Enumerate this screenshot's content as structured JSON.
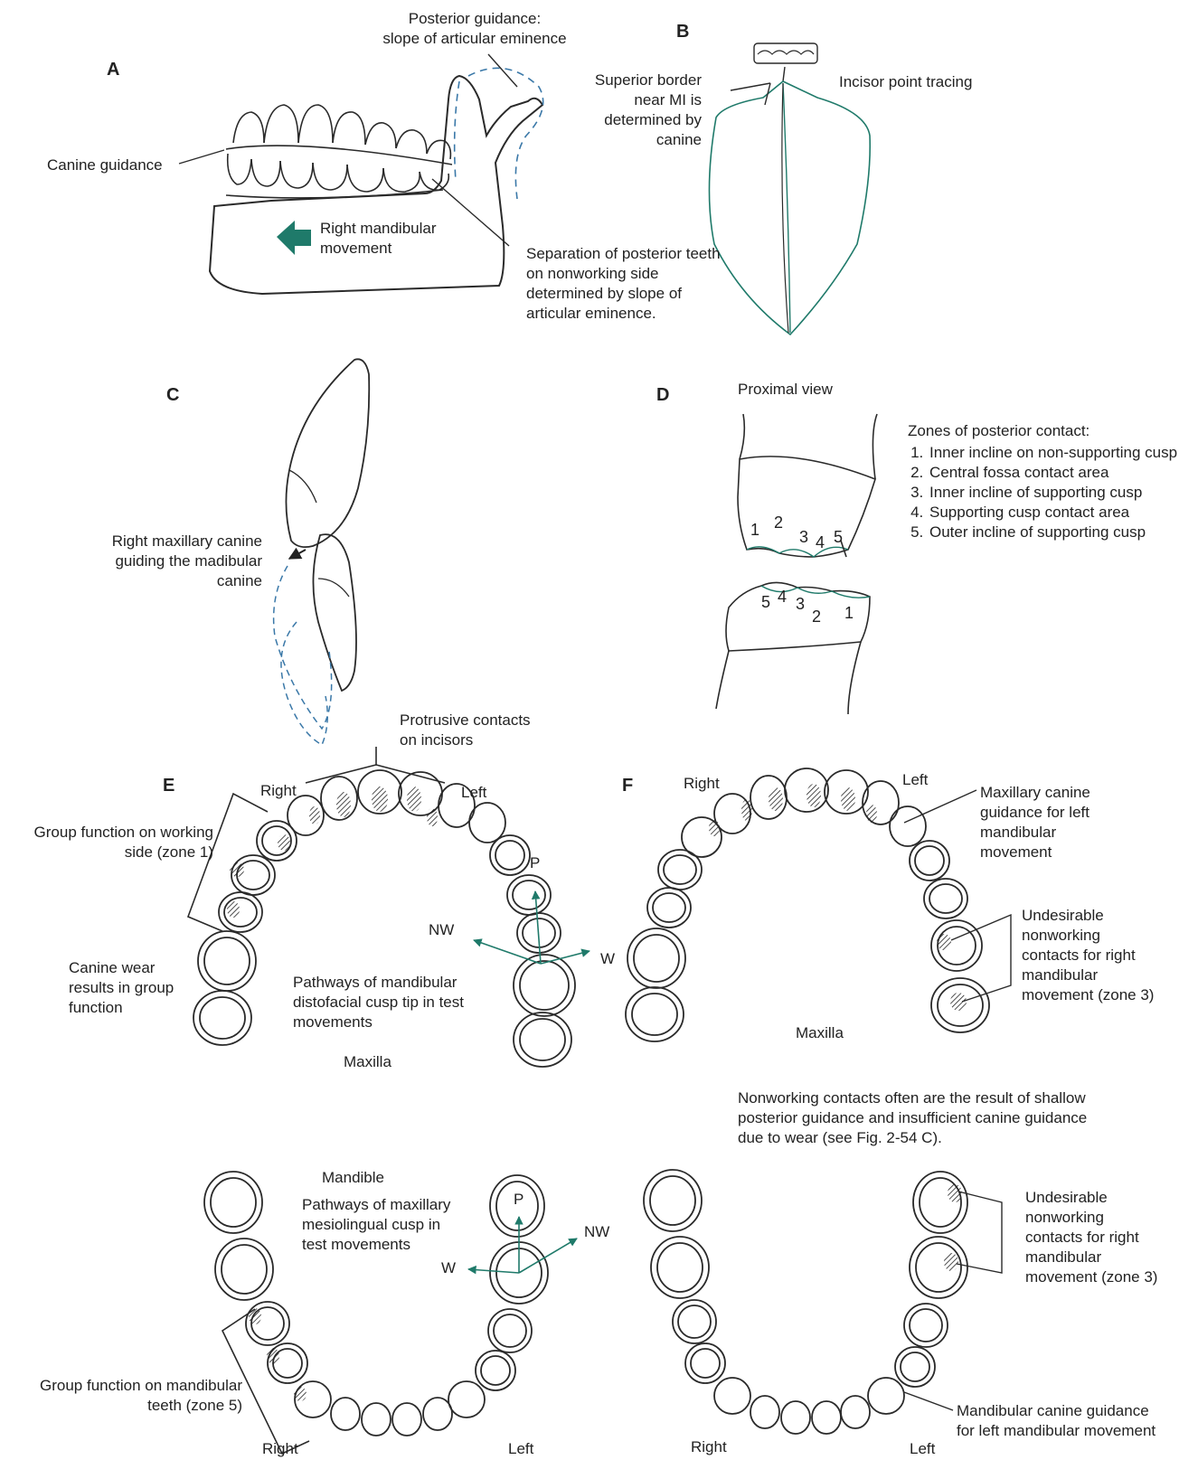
{
  "colors": {
    "line": "#2a2a2a",
    "accent": "#1f7a6a",
    "dash": "#3a78a8"
  },
  "panels": {
    "A": "A",
    "B": "B",
    "C": "C",
    "D": "D",
    "E": "E",
    "F": "F"
  },
  "panel_a": {
    "posterior_guidance": "Posterior guidance:\nslope of articular eminence",
    "canine_guidance": "Canine guidance",
    "movement": "Right mandibular\nmovement",
    "separation": "Separation of posterior teeth\non nonworking side\ndetermined by slope of\narticular eminence."
  },
  "panel_b": {
    "superior_border": "Superior border\nnear MI is\ndetermined by\ncanine",
    "incisor_tracing": "Incisor point tracing"
  },
  "panel_c": {
    "caption": "Right maxillary canine\nguiding the madibular\ncanine"
  },
  "panel_d": {
    "proximal_view": "Proximal view",
    "zones_title": "Zones of posterior contact:",
    "zones": [
      "Inner incline on non-supporting cusp",
      "Central fossa contact area",
      "Inner incline of supporting cusp",
      "Supporting cusp contact area",
      "Outer incline of supporting cusp"
    ],
    "upper_numbers": [
      "1",
      "2",
      "3",
      "4",
      "5"
    ],
    "lower_numbers": [
      "5",
      "4",
      "3",
      "2",
      "1"
    ]
  },
  "panel_e": {
    "protrusive": "Protrusive contacts\non incisors",
    "right": "Right",
    "left": "Left",
    "group_function": "Group function on working\nside (zone 1)",
    "canine_wear": "Canine wear\nresults in group\nfunction",
    "pathways": "Pathways of mandibular\ndistofacial cusp tip in test\nmovements",
    "maxilla": "Maxilla",
    "p": "P",
    "nw": "NW",
    "w": "W"
  },
  "panel_f": {
    "right": "Right",
    "left": "Left",
    "canine_guidance": "Maxillary canine\nguidance for left\nmandibular\nmovement",
    "undesirable": "Undesirable\nnonworking\ncontacts for right\nmandibular\nmovement (zone 3)",
    "maxilla": "Maxilla",
    "note": "Nonworking contacts often are the result of shallow\nposterior guidance and insufficient canine guidance\ndue to wear (see Fig. 2-54 C)."
  },
  "mandible_left": {
    "mandible": "Mandible",
    "pathways": "Pathways of maxillary\nmesiolingual cusp in\ntest movements",
    "p": "P",
    "nw": "NW",
    "w": "W",
    "group_function": "Group function on mandibular\nteeth (zone 5)",
    "right": "Right",
    "left": "Left"
  },
  "mandible_right": {
    "undesirable": "Undesirable\nnonworking\ncontacts for right\nmandibular\nmovement (zone 3)",
    "canine_guidance": "Mandibular canine guidance\nfor left mandibular movement",
    "right": "Right",
    "left": "Left"
  }
}
